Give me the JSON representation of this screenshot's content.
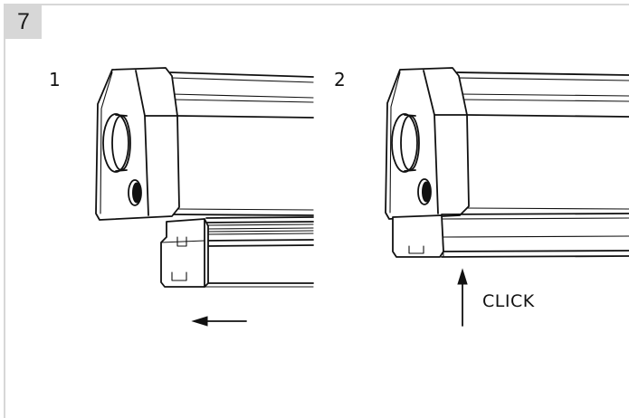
{
  "figure": {
    "step_number": "7",
    "panels": [
      {
        "label": "1"
      },
      {
        "label": "2",
        "annotation": "CLICK"
      }
    ]
  }
}
